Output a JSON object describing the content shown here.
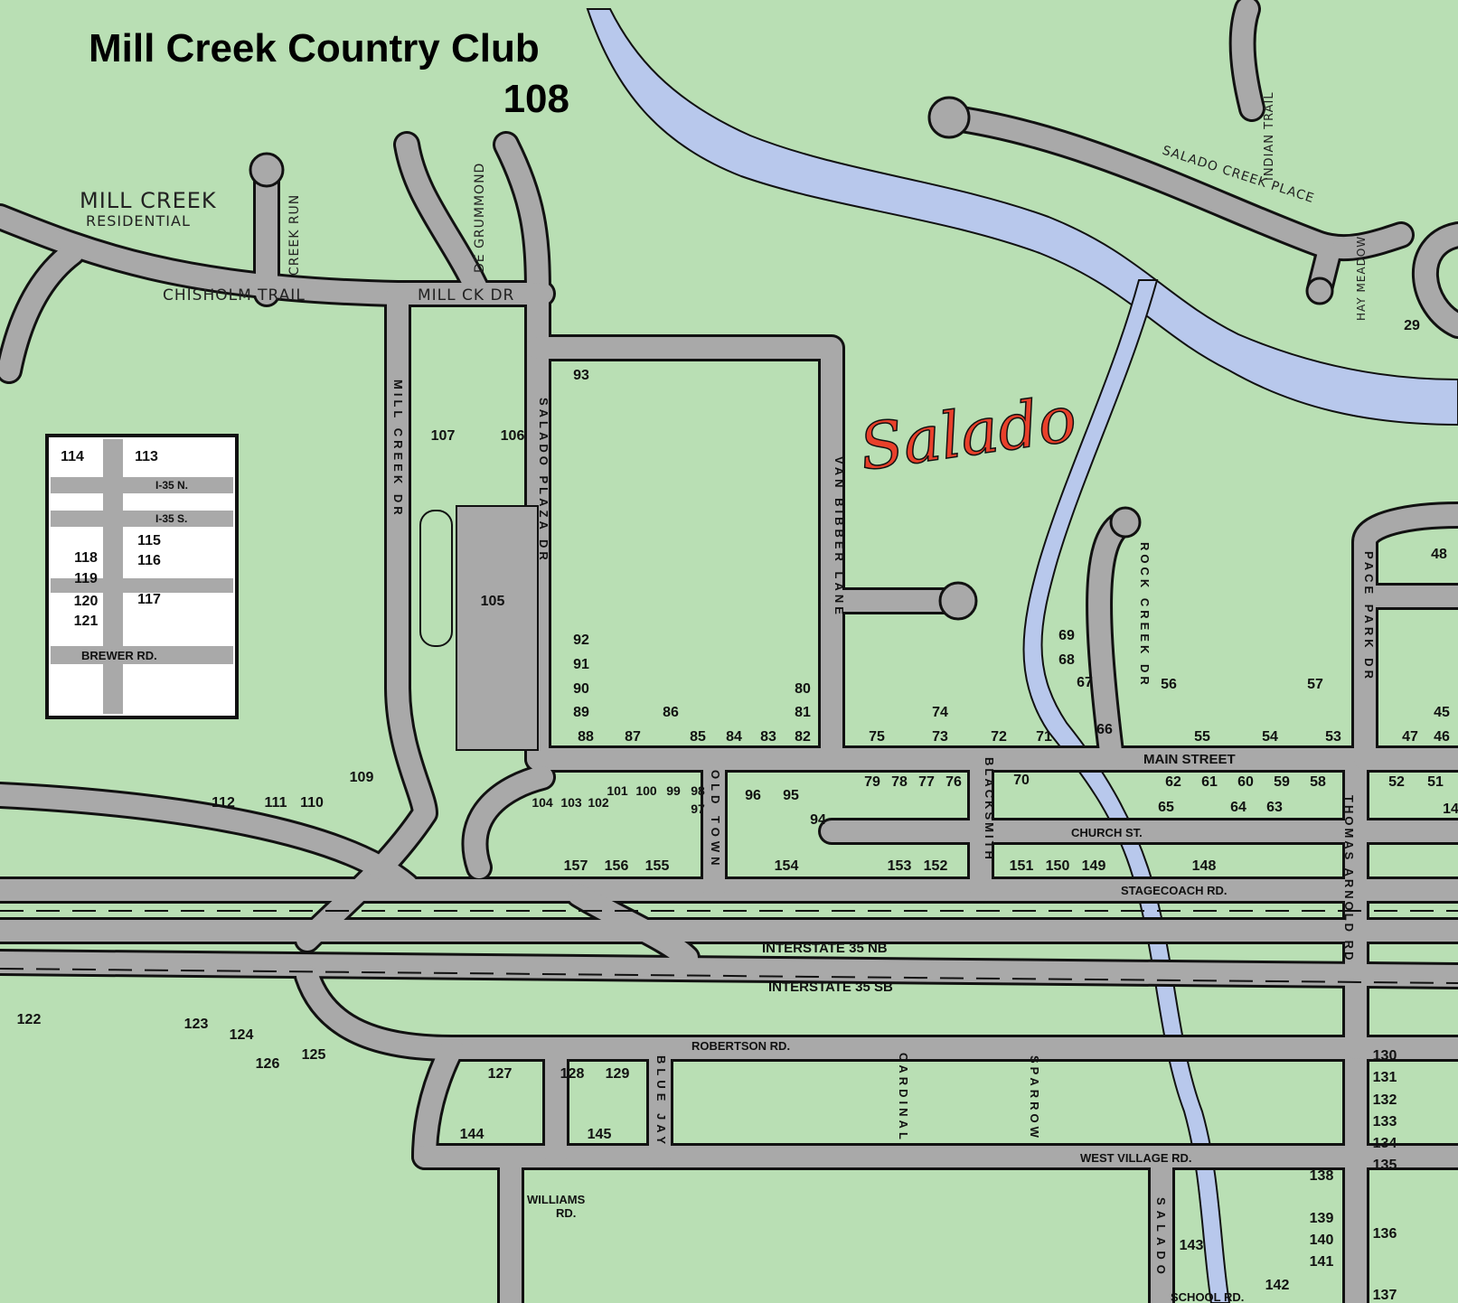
{
  "title": {
    "line1": "Mill Creek Country Club",
    "line2": "108"
  },
  "town_logo": "Salado",
  "area_labels": {
    "residential_line1": "MILL CREEK",
    "residential_line2": "RESIDENTIAL"
  },
  "streets": {
    "chisholm": "CHISHOLM TRAIL",
    "millckdr": "MILL CK DR",
    "creekrun": "CREEK RUN",
    "degrummond": "DE GRUMMOND",
    "millcreekdr": "MILL CREEK DR",
    "saladoplaza": "SALADO PLAZA DR",
    "vanbibber": "VAN BIBBER LANE",
    "rockcreek": "ROCK CREEK DR",
    "pacepark": "PACE PARK DR",
    "indiantrail": "INDIAN TRAIL",
    "saladocreekplace": "SALADO CREEK PLACE",
    "haymeadow": "HAY MEADOW",
    "main": "MAIN STREET",
    "church": "CHURCH ST.",
    "stagecoach": "STAGECOACH RD.",
    "i35nb": "INTERSTATE 35 NB",
    "i35sb": "INTERSTATE 35 SB",
    "robertson": "ROBERTSON RD.",
    "westvillage": "WEST VILLAGE RD.",
    "williams_line1": "WILLIAMS",
    "williams_line2": "RD.",
    "school": "SCHOOL RD.",
    "oldtown": "OLD TOWN",
    "blacksmith": "BLACKSMITH",
    "thomasarnold": "THOMAS ARNOLD RD",
    "bluejay": "BLUE JAY",
    "cardinal": "CARDINAL",
    "sparrow": "SPARROW",
    "saladosouth": "SALADO"
  },
  "inset": {
    "i35n": "I-35 N.",
    "i35s": "I-35 S.",
    "brewer": "BREWER RD."
  },
  "lots": [
    "29",
    "45",
    "46",
    "47",
    "48",
    "51",
    "52",
    "53",
    "54",
    "55",
    "56",
    "57",
    "58",
    "59",
    "60",
    "61",
    "62",
    "63",
    "64",
    "65",
    "66",
    "67",
    "68",
    "69",
    "70",
    "71",
    "72",
    "73",
    "74",
    "75",
    "76",
    "77",
    "78",
    "79",
    "80",
    "81",
    "82",
    "83",
    "84",
    "85",
    "86",
    "87",
    "88",
    "89",
    "90",
    "91",
    "92",
    "93",
    "94",
    "95",
    "96",
    "97",
    "98",
    "99",
    "100",
    "101",
    "102",
    "103",
    "104",
    "105",
    "106",
    "107",
    "109",
    "110",
    "111",
    "112",
    "113",
    "114",
    "115",
    "116",
    "117",
    "118",
    "119",
    "120",
    "121",
    "122",
    "123",
    "124",
    "125",
    "126",
    "127",
    "128",
    "129",
    "130",
    "131",
    "132",
    "133",
    "134",
    "135",
    "136",
    "137",
    "138",
    "139",
    "140",
    "141",
    "142",
    "143",
    "144",
    "145",
    "148",
    "149",
    "150",
    "151",
    "152",
    "153",
    "154",
    "155",
    "156",
    "157",
    "14"
  ],
  "colors": {
    "land": "#b9dfb4",
    "road": "#a9a9a9",
    "outline": "#111111",
    "water": "#b8c8ec",
    "brand": "#e8402a"
  }
}
